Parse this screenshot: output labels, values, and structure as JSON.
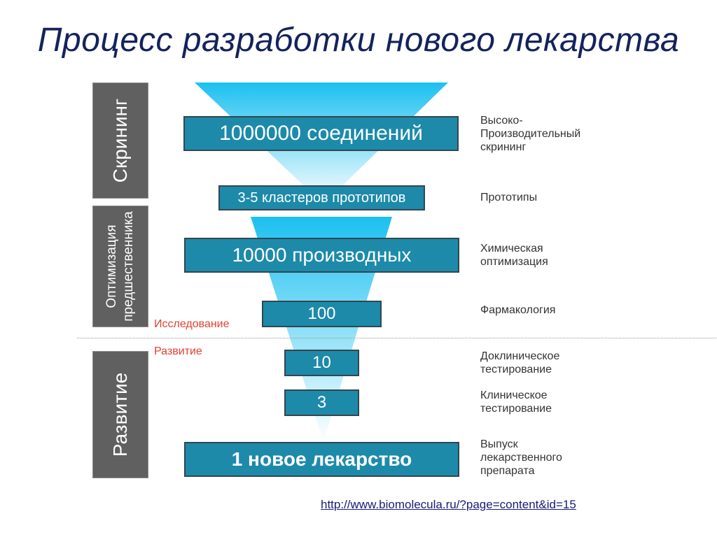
{
  "title": "Процесс разработки нового лекарства",
  "side_labels": {
    "screening": "Скрининг",
    "optimization_line1": "Оптимизация",
    "optimization_line2": "предшественника",
    "development": "Развитие"
  },
  "stage_labels": {
    "research": "Исследование",
    "development": "Развитие"
  },
  "bars": [
    {
      "label": "1000000 соединений"
    },
    {
      "label": "3-5 кластеров прототипов"
    },
    {
      "label": "10000 производных"
    },
    {
      "label": "100"
    },
    {
      "label": "10"
    },
    {
      "label": "3"
    },
    {
      "label": "1 новое лекарство"
    }
  ],
  "descriptions": [
    {
      "lines": [
        "Высоко-",
        "Производительный",
        "скрининг"
      ]
    },
    {
      "lines": [
        "Прототипы"
      ]
    },
    {
      "lines": [
        "Химическая",
        "оптимизация"
      ]
    },
    {
      "lines": [
        "Фармакология"
      ]
    },
    {
      "lines": [
        "Доклиническое",
        "тестирование"
      ]
    },
    {
      "lines": [
        "Клиническое",
        "тестирование"
      ]
    },
    {
      "lines": [
        "Выпуск",
        "лекарственного",
        "препарата"
      ]
    }
  ],
  "source_link": "http://www.biomolecula.ru/?page=content&id=15",
  "colors": {
    "title": "#13235c",
    "bar_fill": "#1d8aaa",
    "bar_border": "#33464e",
    "funnel_top": "#23c3ef",
    "side_panel": "#606060",
    "stage_label": "#e0402f"
  }
}
